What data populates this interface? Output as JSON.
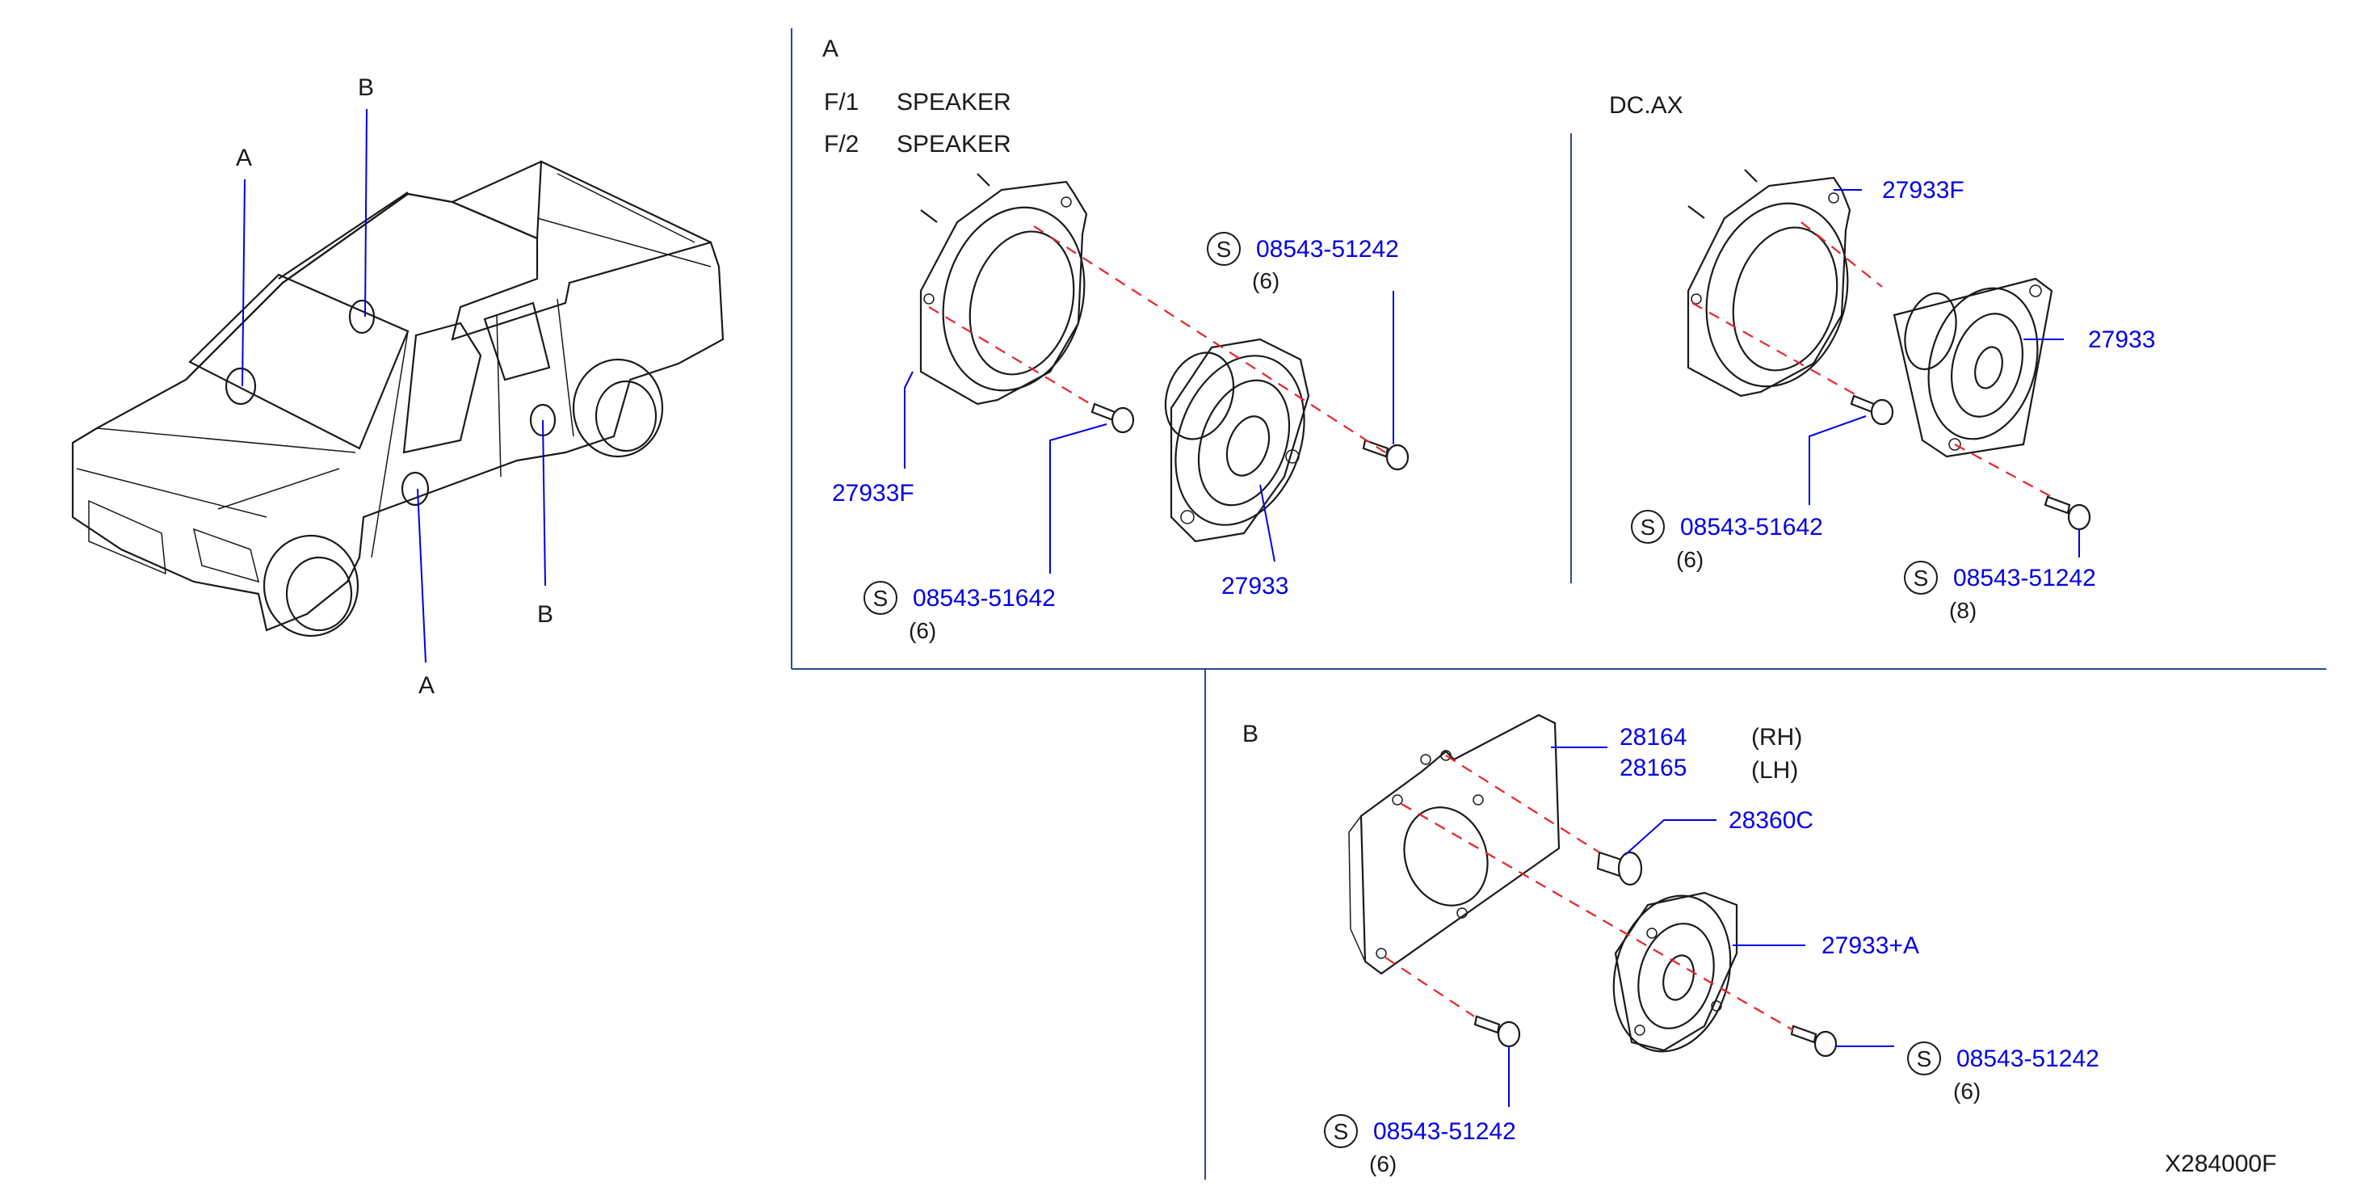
{
  "truck": {
    "callout_a_top": "A",
    "callout_b_top": "B",
    "callout_b_bottom": "B",
    "callout_a_bottom": "A"
  },
  "panel_a": {
    "title": "A",
    "rows": [
      {
        "code": "F/1",
        "name": "SPEAKER"
      },
      {
        "code": "F/2",
        "name": "SPEAKER"
      }
    ],
    "left_group": {
      "ring_part": "27933F",
      "speaker_part": "27933",
      "screw_top": {
        "s": "S",
        "part": "08543-51242",
        "qty": "(6)"
      },
      "screw_bottom": {
        "s": "S",
        "part": "08543-51642",
        "qty": "(6)"
      }
    },
    "right_group": {
      "title": "DC.AX",
      "ring_part": "27933F",
      "speaker_part": "27933",
      "screw_mid": {
        "s": "S",
        "part": "08543-51642",
        "qty": "(6)"
      },
      "screw_right": {
        "s": "S",
        "part": "08543-51242",
        "qty": "(8)"
      }
    }
  },
  "panel_b": {
    "title": "B",
    "bracket_rh": "28164",
    "bracket_rh_side": "(RH)",
    "bracket_lh": "28165",
    "bracket_lh_side": "(LH)",
    "clip_part": "28360C",
    "speaker_part": "27933+A",
    "screw_right": {
      "s": "S",
      "part": "08543-51242",
      "qty": "(6)"
    },
    "screw_bottom": {
      "s": "S",
      "part": "08543-51242",
      "qty": "(6)"
    }
  },
  "diagram_code": "X284000F",
  "colors": {
    "part_number": "#0000e6",
    "assembly_dash": "#e8252a",
    "frame": "#2b4a8c",
    "line": "#1a1a1a"
  }
}
